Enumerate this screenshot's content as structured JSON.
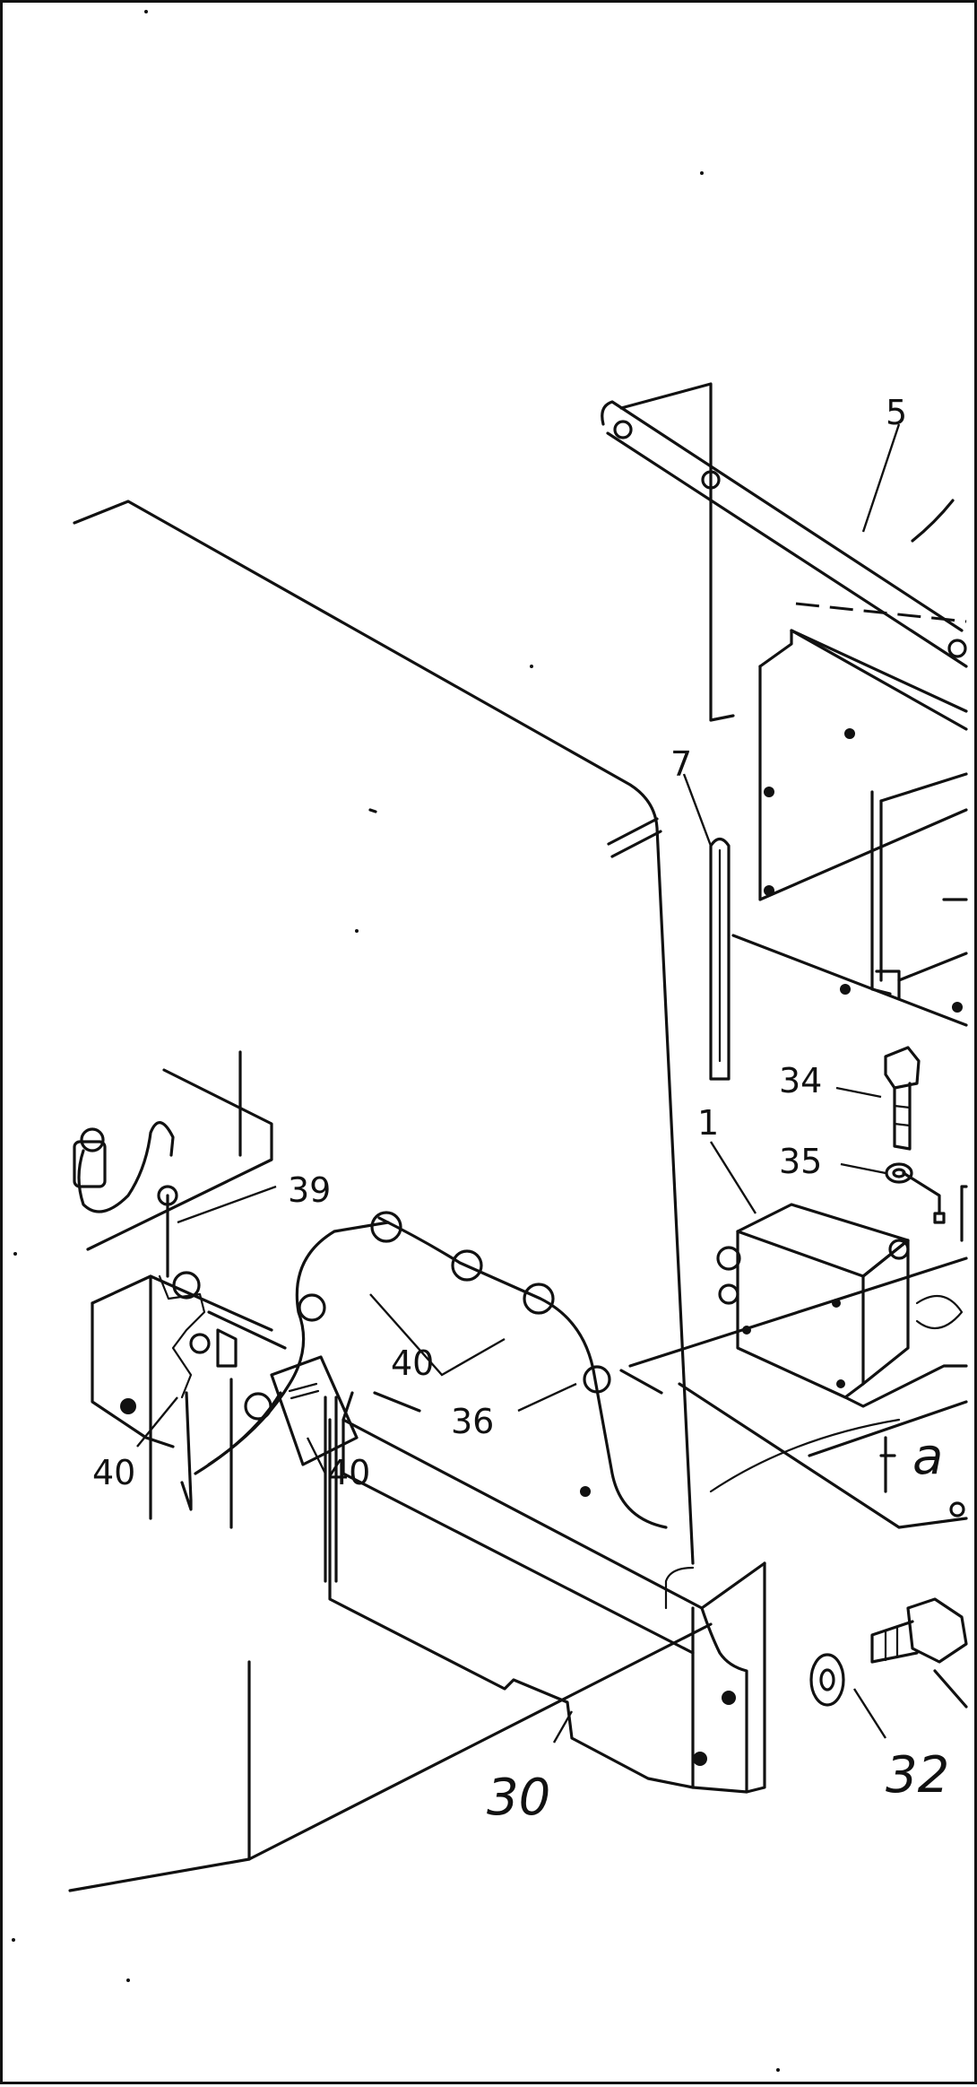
{
  "callouts": {
    "c5": "5",
    "c7": "7",
    "c34": "34",
    "c1": "1",
    "c35": "35",
    "c39": "39",
    "c40a": "40",
    "c40b": "40",
    "c40c": "40",
    "c36": "36",
    "ca": "a",
    "c32": "32",
    "c30": "30"
  },
  "colors": {
    "ink": "#111111",
    "paper": "#ffffff"
  }
}
